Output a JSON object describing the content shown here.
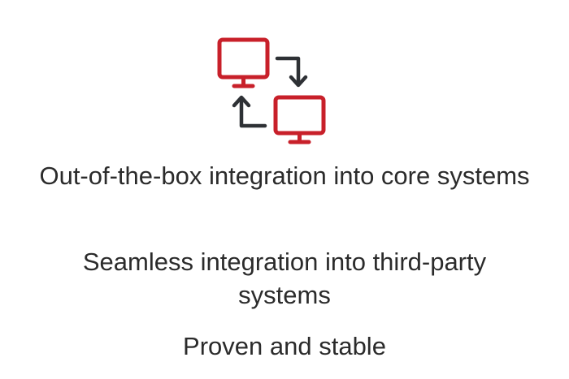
{
  "icon": {
    "name": "integration-monitors-icon",
    "accent": "#c8202a",
    "arrow_color": "#2e3135"
  },
  "features": [
    "Out-of-the-box integration into core systems",
    "Seamless integration into third-party systems",
    "Proven and stable"
  ]
}
